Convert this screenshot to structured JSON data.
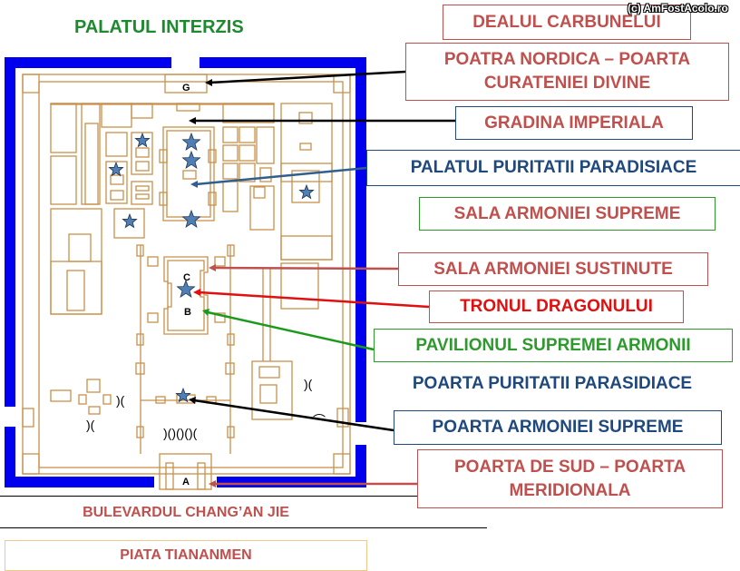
{
  "title": "PALATUL INTERZIS",
  "watermark": "(c) AmFostAcolo.ro",
  "map_letters": {
    "g": "G",
    "c": "C",
    "b": "B",
    "a": "A"
  },
  "labels": {
    "dealul": "DEALUL CARBUNELUI",
    "poarta_nordica_1": "POATRA NORDICA – POARTA",
    "poarta_nordica_2": "CURATENIEI DIVINE",
    "gradina": "GRADINA IMPERIALA",
    "palatul_puritatii": "PALATUL PURITATII PARADISIACE",
    "sala_suprema": "SALA ARMONIEI SUPREME",
    "sala_sustinute": "SALA ARMONIEI SUSTINUTE",
    "tronul": "TRONUL DRAGONULUI",
    "pavilionul": "PAVILIONUL SUPREMEI ARMONII",
    "poarta_puritatii": "POARTA PURITATII PARASIDIACE",
    "poarta_armoniei": "POARTA ARMONIEI SUPREME",
    "poarta_sud_1": "POARTA DE SUD – POARTA",
    "poarta_sud_2": "MERIDIONALA",
    "bulevard": "BULEVARDUL CHANG’AN JIE",
    "piata": "PIATA TIANANMEN"
  },
  "colors": {
    "wall": "#0000ee",
    "building": "#c8904a",
    "star": "#4f7fb5",
    "label_red": "#c0504d",
    "label_blue": "#1f497d"
  }
}
